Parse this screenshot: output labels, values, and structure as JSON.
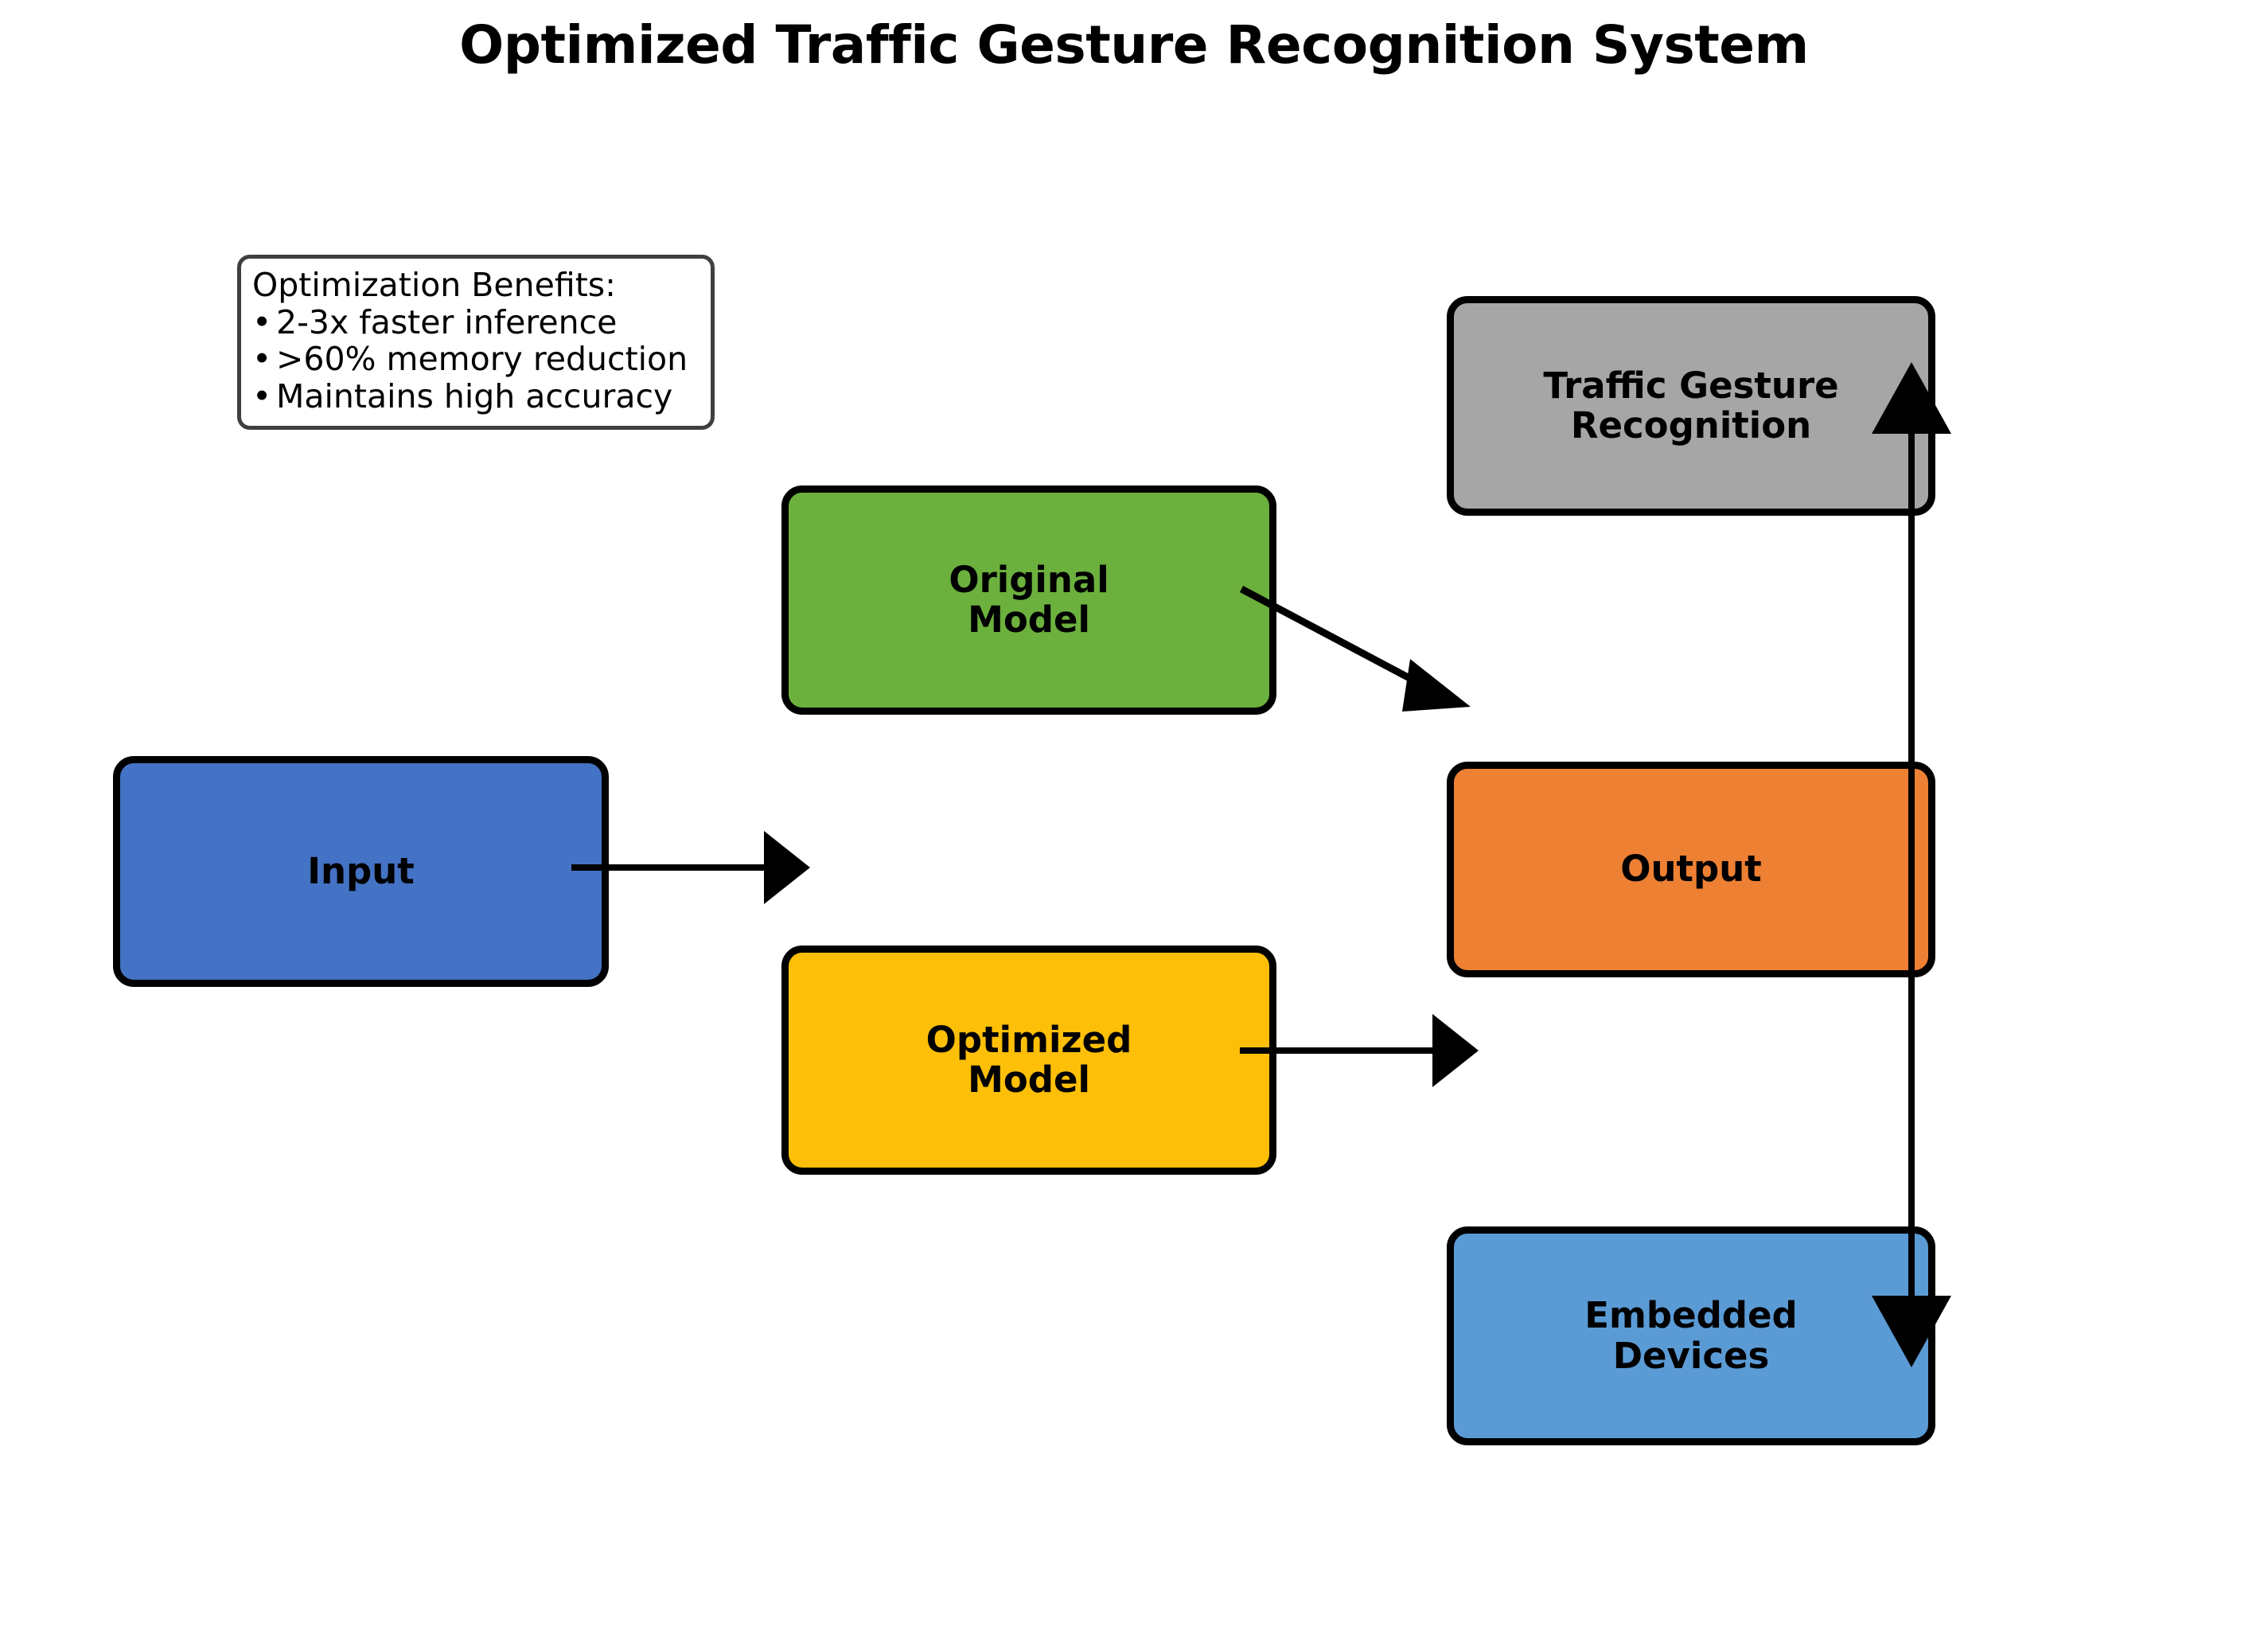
{
  "figure": {
    "title": "Optimized Traffic Gesture Recognition System",
    "background_color": "#ffffff"
  },
  "legend": {
    "title": "Optimization Benefits:",
    "items": [
      "2-3x faster inference",
      ">60% memory reduction",
      "Maintains high accuracy"
    ],
    "border_color": "#3f3f3f"
  },
  "nodes": {
    "input": {
      "label": "Input",
      "color": "#4472c4"
    },
    "original": {
      "label": "Original\nModel",
      "color": "#6cb03e"
    },
    "optimized": {
      "label": "Optimized\nModel",
      "color": "#fdbf07"
    },
    "traffic": {
      "label": "Traffic Gesture\nRecognition",
      "color": "#a6a6a6"
    },
    "output": {
      "label": "Output",
      "color": "#ed8033"
    },
    "embedded": {
      "label": "Embedded\nDevices",
      "color": "#5b9bd5"
    }
  },
  "edges": [
    {
      "name": "input-to-models",
      "from": "input",
      "to": "models",
      "style": "straight-right"
    },
    {
      "name": "original-to-output",
      "from": "original",
      "to": "output",
      "style": "diagonal-down-right"
    },
    {
      "name": "optimized-to-output",
      "from": "optimized",
      "to": "output",
      "style": "straight-right"
    },
    {
      "name": "deployment-loop",
      "from": "embedded",
      "to": "traffic",
      "style": "vertical-double-headed"
    }
  ],
  "colors": {
    "stroke": "#000000",
    "text": "#000000"
  }
}
